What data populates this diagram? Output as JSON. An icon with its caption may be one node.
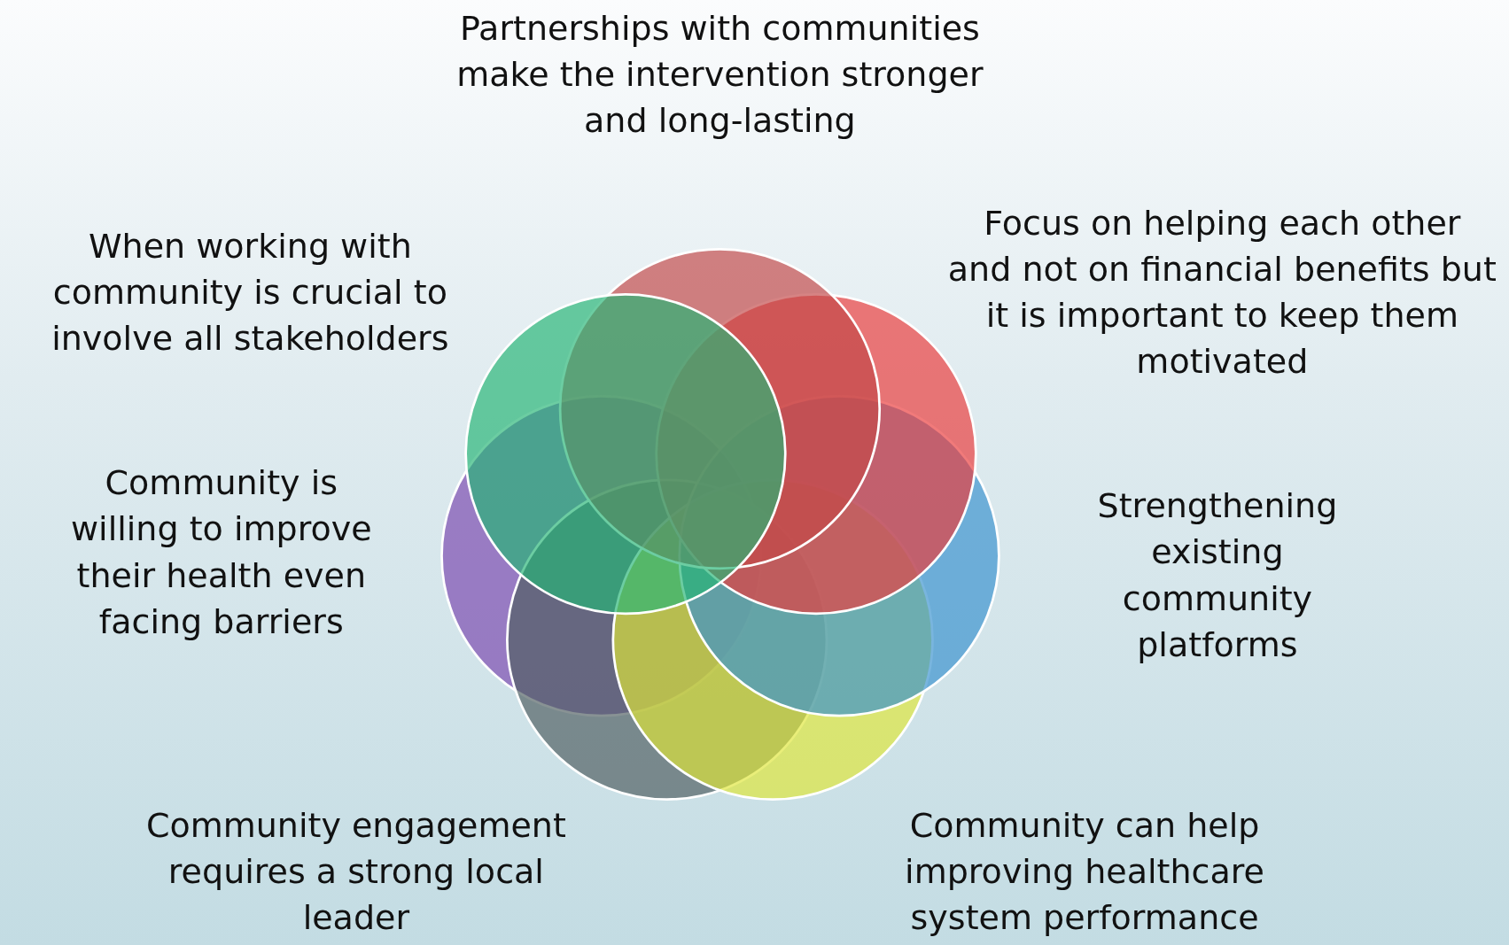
{
  "diagram": {
    "labels": [
      "Partnerships with communities make the intervention stronger and long-lasting",
      "When working with community is crucial to involve all stakeholders",
      "Focus on helping each other and not on financial benefits but it is important to keep them motivated",
      "Community is willing to improve their health even facing barriers",
      "Strengthening existing community platforms",
      "Community engagement requires a strong local leader",
      "Community can help improving healthcare system performance"
    ]
  }
}
